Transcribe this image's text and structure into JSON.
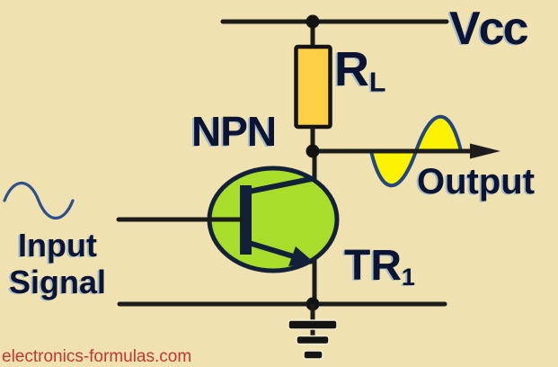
{
  "diagram": {
    "supply_label": "Vcc",
    "transistor_type_label": "NPN",
    "load_resistor_label": {
      "main": "R",
      "sub": "L"
    },
    "transistor_ref_label": {
      "main": "TR",
      "sub": "1"
    },
    "input_label_line1": "Input",
    "input_label_line2": "Signal",
    "output_label": "Output",
    "watermark": "electronics-formulas.com"
  },
  "colors": {
    "background": "#efe2b0",
    "wire": "#1c1c1c",
    "resistor_fill": "#fccf45",
    "transistor_fill": "#a8dd2b",
    "transistor_outline": "#13203a",
    "signal_wave_fill": "#fdf104",
    "signal_wave_stroke": "#24477c",
    "input_wave_stroke": "#2d4f8e",
    "label_text": "#0b1433",
    "watermark_text": "#c5372b"
  }
}
